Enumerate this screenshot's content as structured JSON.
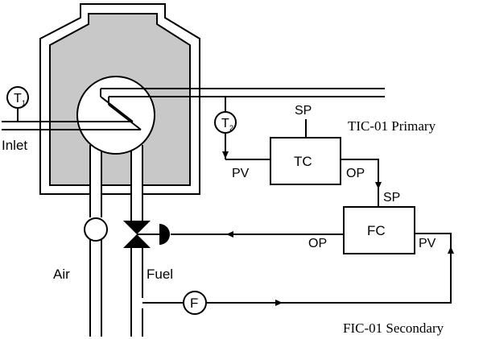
{
  "labels": {
    "t1_letter": "T",
    "t1_sub": "1",
    "t2_letter": "T",
    "t2_sub": "2",
    "inlet": "Inlet",
    "air": "Air",
    "fuel": "Fuel",
    "flow_transmitter": "F",
    "tc_box": "TC",
    "fc_box": "FC",
    "tc_sp": "SP",
    "tc_pv": "PV",
    "tc_op": "OP",
    "fc_sp": "SP",
    "fc_op": "OP",
    "fc_pv": "PV",
    "primary_title": "TIC-01 Primary",
    "secondary_title": "FIC-01 Secondary"
  },
  "colors": {
    "furnace_fill": "#c8c8c8",
    "line": "#000000",
    "background": "#ffffff"
  },
  "icons": {
    "valve": "control-valve-icon",
    "actuator": "diaphragm-actuator-icon",
    "transmitter": "instrument-bubble-icon",
    "heat_exchanger": "coil-icon",
    "blower": "air-fan-icon"
  }
}
